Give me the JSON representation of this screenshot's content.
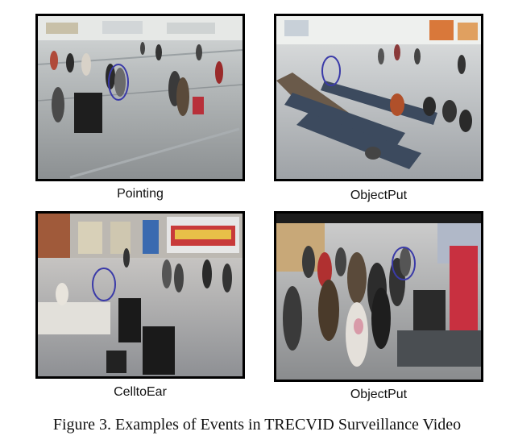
{
  "panels": [
    {
      "caption": "Pointing"
    },
    {
      "caption": "ObjectPut"
    },
    {
      "caption": "CelltoEar"
    },
    {
      "caption": "ObjectPut"
    }
  ],
  "figure_caption": "Figure 3. Examples of Events in TRECVID Surveillance Video",
  "colors": {
    "highlight_ellipse": "#3a3aa8",
    "frame_border": "#000000"
  }
}
